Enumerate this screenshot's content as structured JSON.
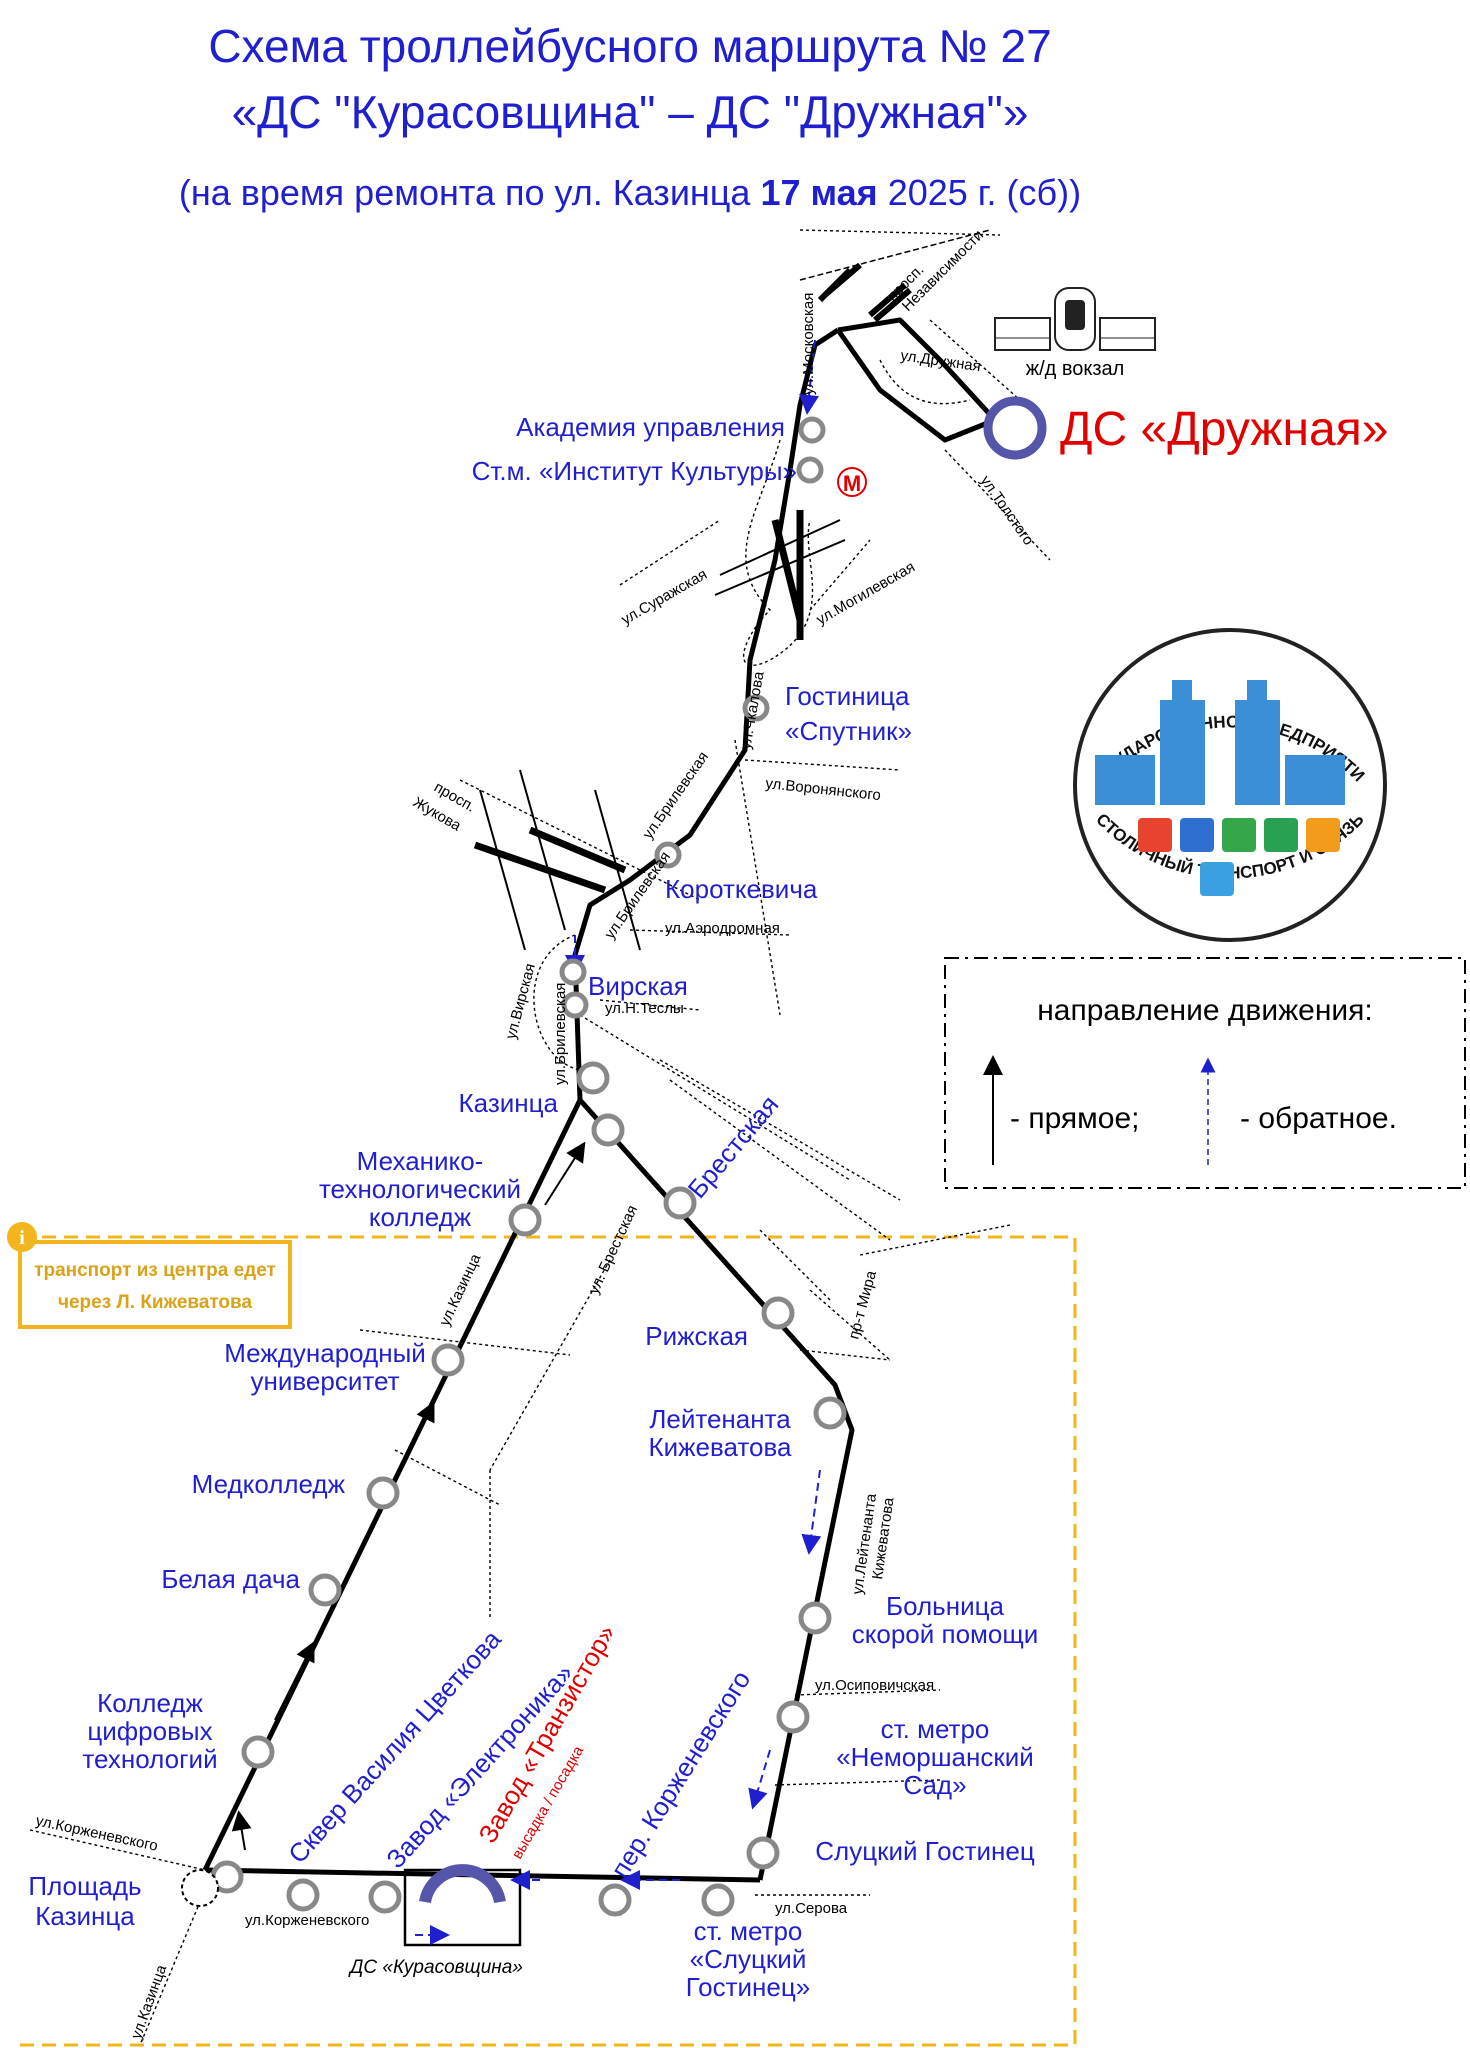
{
  "header": {
    "title_line1": "Схема троллейбусного маршрута № 27",
    "title_line2": "«ДС \"Курасовщина\" – ДС \"Дружная\"»",
    "subtitle_pre": "(на время ремонта по ул. Казинца ",
    "subtitle_bold": "17 мая",
    "subtitle_post": " 2025 г. (сб))"
  },
  "terminals": {
    "druzhnaya": "ДС «Дружная»",
    "kurasovshchina": "ДС «Курасовщина»"
  },
  "landmarks": {
    "railway_station": "ж/д вокзал",
    "metro_symbol": "М"
  },
  "stops": {
    "akademiya": "Академия управления",
    "institut": "Ст.м. «Институт Культуры»",
    "sputnik_1": "Гостиница",
    "sputnik_2": "«Спутник»",
    "korotkevicha": "Короткевича",
    "virskaya": "Вирская",
    "kazintsa": "Казинца",
    "mtk_1": "Механико-",
    "mtk_2": "технологический",
    "mtk_3": "колледж",
    "brestskaya": "Брестская",
    "rizhskaya": "Рижская",
    "mu_1": "Международный",
    "mu_2": "университет",
    "kizh_1": "Лейтенанта",
    "kizh_2": "Кижеватова",
    "medkolledzh": "Медколледж",
    "belaya_dacha": "Белая дача",
    "bsp_1": "Больница",
    "bsp_2": "скорой помощи",
    "nem_1": "ст. метро",
    "nem_2": "«Неморшанский",
    "nem_3": "Сад»",
    "kct_1": "Колледж",
    "kct_2": "цифровых",
    "kct_3": "технологий",
    "skver": "Сквер Василия Цветкова",
    "elektronika": "Завод «Электроника»",
    "tranzistor": "Завод «Транзистор»",
    "tranzistor_note": "высадка / посадка",
    "korzh_lane": "пер. Корженевского",
    "slutsky_gost": "Слуцкий Гостинец",
    "pl_kaz_1": "Площадь",
    "pl_kaz_2": "Казинца",
    "metro_sl_1": "ст. метро",
    "metro_sl_2": "«Слуцкий",
    "metro_sl_3": "Гостинец»"
  },
  "streets": {
    "moskovskaya": "ул.Московская",
    "nezavisimosti_1": "просп.",
    "nezavisimosti_2": "Независимости",
    "druzhnaya": "ул.Дружная",
    "tolstogo": "ул.Толстого",
    "surazhskaya": "ул.Суражская",
    "mogilevskaya": "ул.Могилевская",
    "chkalova": "ул.Чкалова",
    "voronyanskogo": "ул.Воронянского",
    "zhukova_1": "просп.",
    "zhukova_2": "Жукова",
    "brilevskaya": "ул.Брилевская",
    "brilevskaya_2": "ул.Брилевская",
    "brilevskaya_3": "ул.Брилевская",
    "aerodromnaya": "ул.Аэродромная",
    "virskaya": "ул.Вирская",
    "n_tesly": "ул.Н.Теслы",
    "brestskaya": "ул. Брестская",
    "pr_mira": "пр-т Мира",
    "kazintsa": "ул.Казинца",
    "kazintsa_2": "ул.Казинца",
    "kizhevatova": "ул.Лейтенанта",
    "kizhevatova_2": "Кижеватова",
    "osipovichskaya": "ул.Осиповичская",
    "korzhenevskogo": "ул.Корженевского",
    "korzhenevskogo_2": "ул.Корженевского",
    "serova": "ул.Серова"
  },
  "info_box": {
    "icon": "i",
    "line1": "транспорт из центра едет",
    "line2": "через Л. Кижеватова"
  },
  "legend": {
    "title": "направление движения:",
    "forward": "- прямое;",
    "reverse": "- обратное."
  },
  "logo": {
    "top_text": "ГОСУДАРСТВЕННОЕ ПРЕДПРИЯТИЕ",
    "bottom_text": "СТОЛИЧНЫЙ ТРАНСПОРТ И СВЯЗЬ"
  },
  "colors": {
    "route": "#000000",
    "stop_label": "#1f1fd0",
    "terminal_red": "#e00000",
    "info_border": "#f2b51d",
    "reverse_arrow": "#1f1fd0",
    "stop_circle": "#888888"
  }
}
